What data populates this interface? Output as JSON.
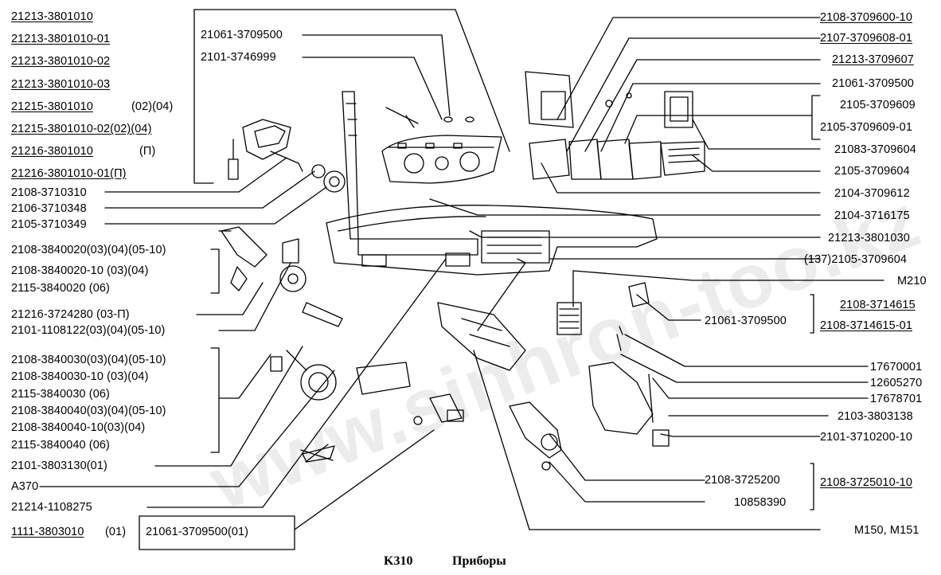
{
  "caption": {
    "code": "K310",
    "title": "Приборы"
  },
  "watermark": "www.sinhron-too.kz",
  "labels": {
    "l1": "21213-3801010",
    "l2": "21213-3801010-01",
    "l3": "21213-3801010-02",
    "l4": "21213-3801010-03",
    "l5": "21215-3801010",
    "l5b": "(02)(04)",
    "l6": "21215-3801010-02(02)(04)",
    "l7": "21216-3801010",
    "l7b": "(П)",
    "l8": "21216-3801010-01(П)",
    "l9": "2108-3710310",
    "l10": "2106-3710348",
    "l11": "2105-3710349",
    "l12": "2108-3840020(03)(04)(05-10)",
    "l13": "2108-3840020-10 (03)(04)",
    "l14": "2115-3840020 (06)",
    "l15": "21216-3724280 (03-П)",
    "l16": "2101-1108122(03)(04)(05-10)",
    "l17": "2108-3840030(03)(04)(05-10)",
    "l18": "2108-3840030-10 (03)(04)",
    "l19": "2115-3840030 (06)",
    "l20": "2108-3840040(03)(04)(05-10)",
    "l21": "2108-3840040-10(03)(04)",
    "l22": "2115-3840040 (06)",
    "l23": "2101-3803130(01)",
    "l24": "А370",
    "l25": "21214-1108275",
    "l26": "1111-3803010",
    "l26b": "(01)",
    "t1": "21061-3709500",
    "t2": "2101-3746999",
    "b1": "21061-3709500(01)",
    "r1": "2108-3709600-10",
    "r2": "2107-3709608-01",
    "r3": "21213-3709607",
    "r4": "21061-3709500",
    "r5": "2105-3709609",
    "r6": "2105-3709609-01",
    "r7": "21083-3709604",
    "r8": "2105-3709604",
    "r9": "2104-3709612",
    "r10": "2104-3716175",
    "r11": "21213-3801030",
    "r12": "(137)2105-3709604",
    "r13": "М210",
    "r14": "2108-3714615",
    "r15": "2108-3714615-01",
    "r16": "21061-3709500",
    "r17": "17670001",
    "r18": "12605270",
    "r19": "17678701",
    "r20": "2103-3803138",
    "r21": "2101-3710200-10",
    "r22": "2108-3725200",
    "r23": "2108-3725010-10",
    "r24": "10858390",
    "r25": "М150,  М151"
  },
  "colors": {
    "ink": "#000000",
    "paper": "#ffffff"
  }
}
